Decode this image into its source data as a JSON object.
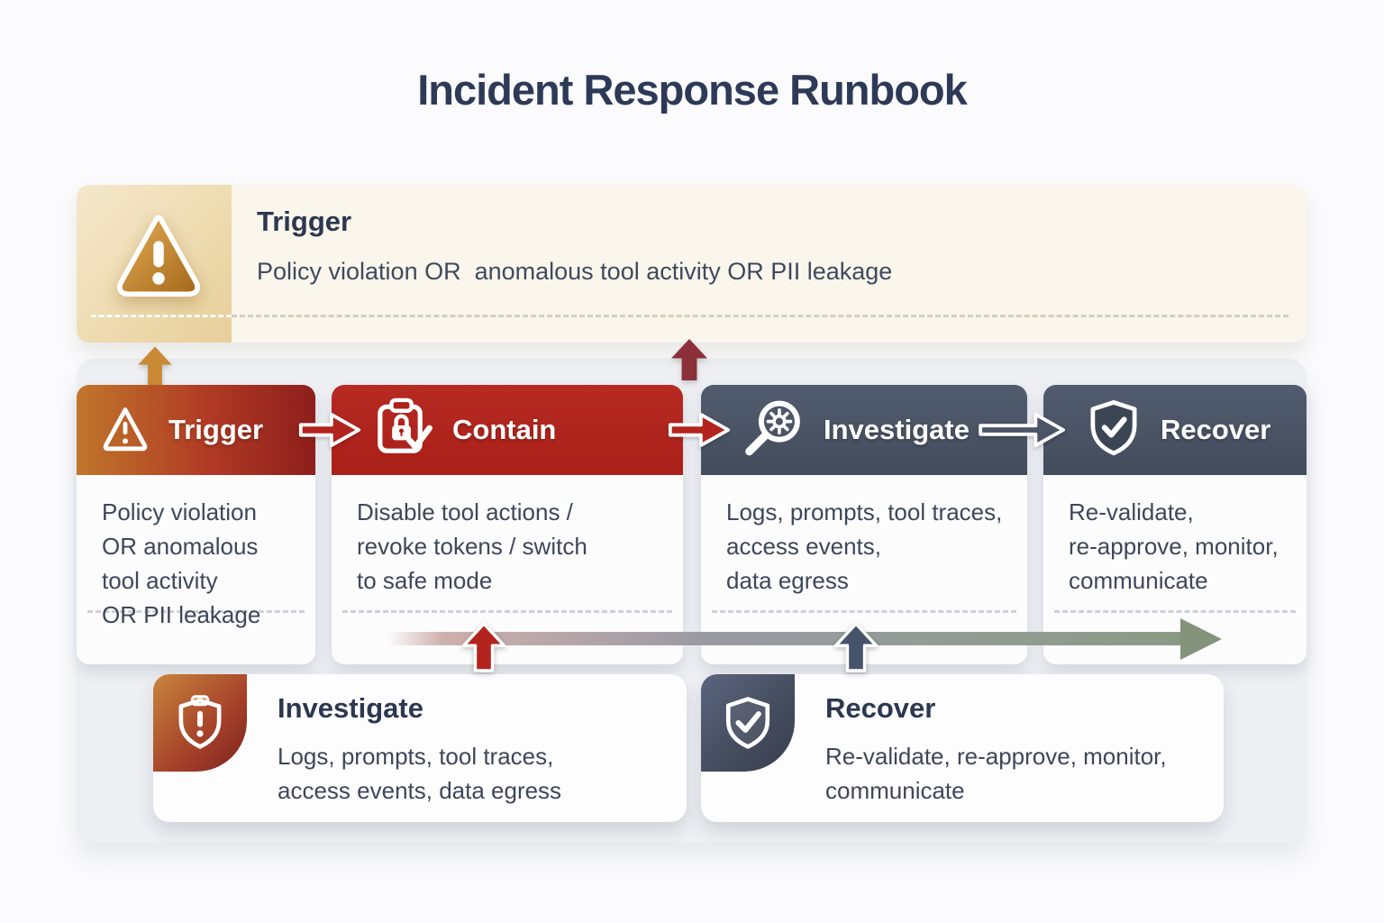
{
  "title": "Incident Response Runbook",
  "banner": {
    "heading": "Trigger",
    "body": "Policy violation OR  anomalous tool activity OR PII leakage",
    "icon": "warning-triangle-icon"
  },
  "flow": [
    {
      "label": "Trigger",
      "icon": "warning-triangle-icon",
      "body": "Policy violation\nOR anomalous\ntool activity\nOR PII leakage"
    },
    {
      "label": "Contain",
      "icon": "clipboard-lock-check-icon",
      "body": "Disable tool actions /\nrevoke tokens / switch\nto safe mode"
    },
    {
      "label": "Investigate",
      "icon": "magnifier-gear-icon",
      "body": "Logs, prompts, tool traces,\naccess events,\ndata egress"
    },
    {
      "label": "Recover",
      "icon": "shield-check-icon",
      "body": "Re-validate,\nre-approve, monitor,\ncommunicate"
    }
  ],
  "bottom": [
    {
      "heading": "Investigate",
      "icon": "shield-alert-icon",
      "body": "Logs, prompts, tool traces,\naccess events, data egress"
    },
    {
      "heading": "Recover",
      "icon": "shield-check-icon",
      "body": "Re-validate, re-approve, monitor,\ncommunicate"
    }
  ],
  "colors": {
    "navy_text": "#2d3a57",
    "body_text": "#3e4759",
    "banner_cream": "#faf6ec",
    "banner_amber_tint": "#ecd7a8",
    "amber": "#c9882f",
    "trigger_gradient_start": "#c0762b",
    "trigger_gradient_end": "#8e1e1c",
    "contain_red": "#b3241e",
    "slate": "#4b5567",
    "dark_red_arrow": "#8b3038",
    "sage_green": "#84947b",
    "panel_gray": "#edeff3"
  }
}
